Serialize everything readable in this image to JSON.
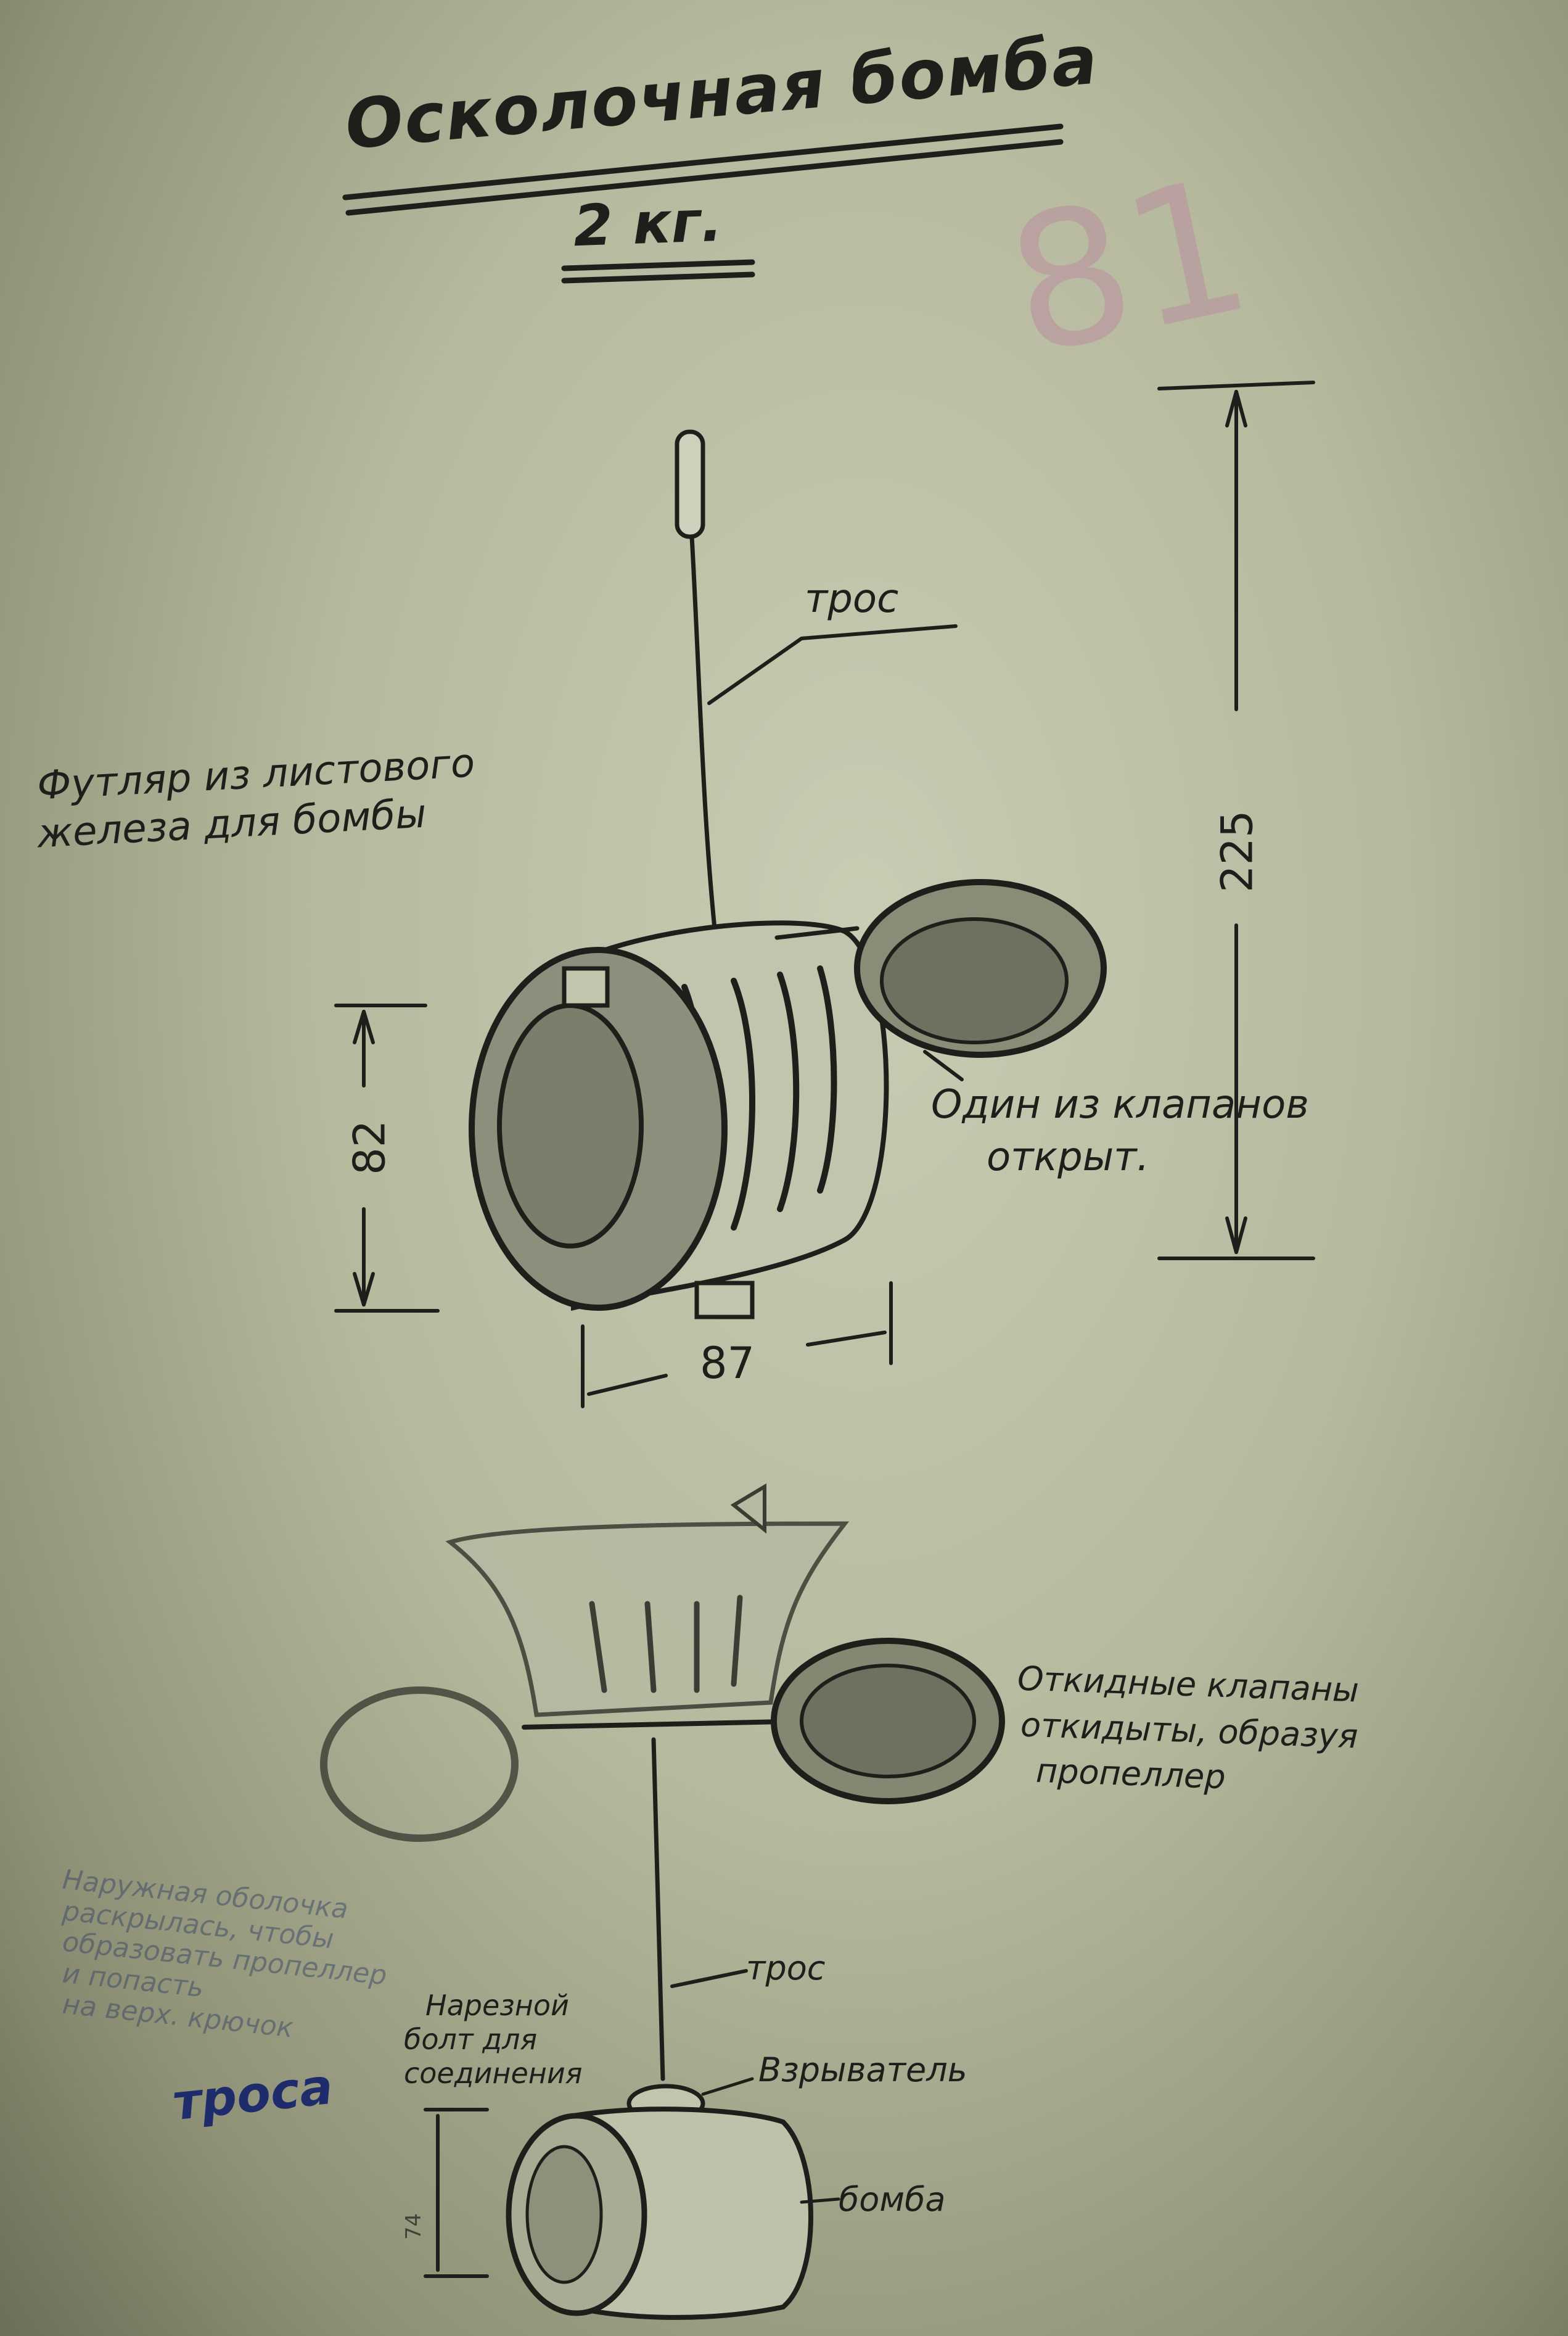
{
  "header": {
    "title": "Осколочная бомба",
    "subtitle": "2 кг."
  },
  "annotations": {
    "archive_number": "81",
    "upper": {
      "cable": "трос",
      "casing_line1": "Футляр из листового",
      "casing_line2": "железа для бомбы",
      "valve_line1": "Один из клапанов",
      "valve_line2": "открыт."
    },
    "lower": {
      "valves_line1": "Откидные клапаны",
      "valves_line2": "откидыты, образуя",
      "valves_line3": "пропеллер",
      "cable": "трос",
      "bolt_line1": "Нарезной",
      "bolt_line2": "болт для",
      "bolt_line3": "соединения",
      "fuze": "Взрыватель",
      "bomb": "бомба",
      "shell_note": [
        "Наружная оболочка",
        "раскрылась, чтобы",
        "образовать пропеллер",
        "и попасть",
        "на верх. крючок"
      ],
      "handwritten": "троса"
    }
  },
  "dimensions": {
    "height": "82",
    "width": "87",
    "overall": "225",
    "bomb_height": "74"
  },
  "colors": {
    "paper": "#c4c7ae",
    "ink": "#1d1f1a",
    "pencil": "#b99aa0",
    "handwriting": "#1f2c6c"
  }
}
